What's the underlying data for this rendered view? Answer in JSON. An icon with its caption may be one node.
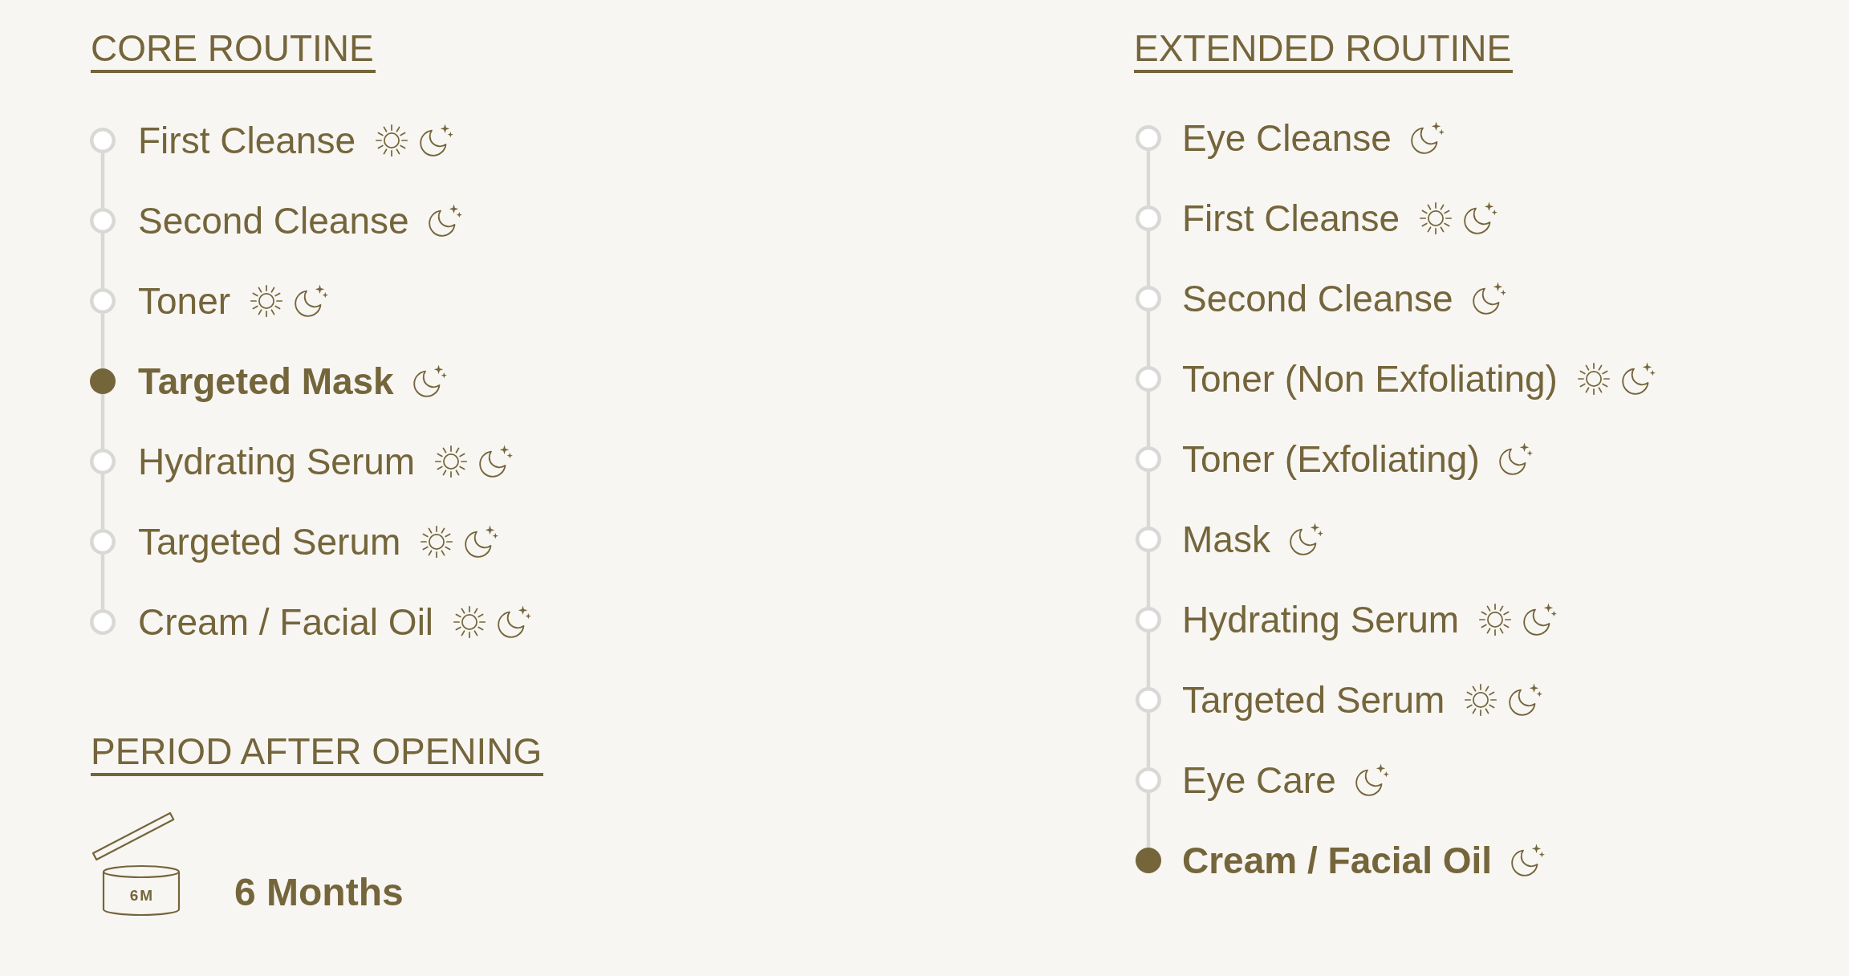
{
  "diagram": {
    "nodes": [
      {
        "text": [],
        "shape": "circle",
        "beside": [
          "First Cleanse"
        ]
      },
      {
        "text": [],
        "shape": "circle",
        "beside": [
          "Second Cleanse"
        ]
      },
      {
        "text": [],
        "shape": "circle",
        "beside": [
          "Toner"
        ]
      },
      {
        "text": [],
        "shape": "circle",
        "beside": [
          "Targeted Mask"
        ]
      },
      {
        "text": [],
        "shape": "circle",
        "beside": [
          "Hydrating Serum"
        ]
      },
      {
        "text": [],
        "shape": "circle",
        "beside": [
          "Targeted Serum"
        ]
      },
      {
        "text": [],
        "shape": "circle",
        "beside": [
          "Cream / Facial Oil"
        ]
      },
      {
        "text": [
          "6M"
        ],
        "beside": [
          "6 Months"
        ]
      },
      {
        "text": [],
        "shape": "circle",
        "beside": [
          "Eye Cleanse"
        ]
      },
      {
        "text": [],
        "shape": "circle",
        "beside": [
          "First Cleanse"
        ]
      },
      {
        "text": [],
        "shape": "circle",
        "beside": [
          "Second Cleanse"
        ]
      },
      {
        "text": [],
        "shape": "circle",
        "beside": [
          "Toner (Non Exfoliating)"
        ]
      },
      {
        "text": [],
        "shape": "circle",
        "beside": [
          "Toner (Exfoliating)"
        ]
      },
      {
        "text": [],
        "shape": "circle",
        "beside": [
          "Mask"
        ]
      },
      {
        "text": [],
        "shape": "circle",
        "beside": [
          "Hydrating Serum"
        ]
      },
      {
        "text": [],
        "shape": "circle",
        "beside": [
          "Targeted Serum"
        ]
      },
      {
        "text": [],
        "shape": "circle",
        "beside": [
          "Eye Care"
        ]
      },
      {
        "text": [],
        "shape": "circle",
        "beside": [
          "Cream / Facial Oil"
        ]
      }
    ],
    "edges": [
      {
        "from": 0,
        "to": 1,
        "arrow": "none"
      },
      {
        "from": 1,
        "to": 2,
        "arrow": "none"
      },
      {
        "from": 2,
        "to": 3,
        "arrow": "none"
      },
      {
        "from": 3,
        "to": 4,
        "arrow": "none"
      },
      {
        "from": 4,
        "to": 5,
        "arrow": "none"
      },
      {
        "from": 5,
        "to": 6,
        "arrow": "none"
      },
      {
        "from": 8,
        "to": 9,
        "arrow": "none"
      },
      {
        "from": 9,
        "to": 10,
        "arrow": "none"
      },
      {
        "from": 10,
        "to": 11,
        "arrow": "none"
      },
      {
        "from": 11,
        "to": 12,
        "arrow": "none"
      },
      {
        "from": 12,
        "to": 13,
        "arrow": "none"
      },
      {
        "from": 13,
        "to": 14,
        "arrow": "none"
      },
      {
        "from": 14,
        "to": 15,
        "arrow": "none"
      },
      {
        "from": 15,
        "to": 16,
        "arrow": "none"
      },
      {
        "from": 16,
        "to": 17,
        "arrow": "none"
      }
    ],
    "labels": [
      "CORE ROUTINE",
      "PERIOD AFTER OPENING",
      "EXTENDED ROUTINE"
    ]
  }
}
